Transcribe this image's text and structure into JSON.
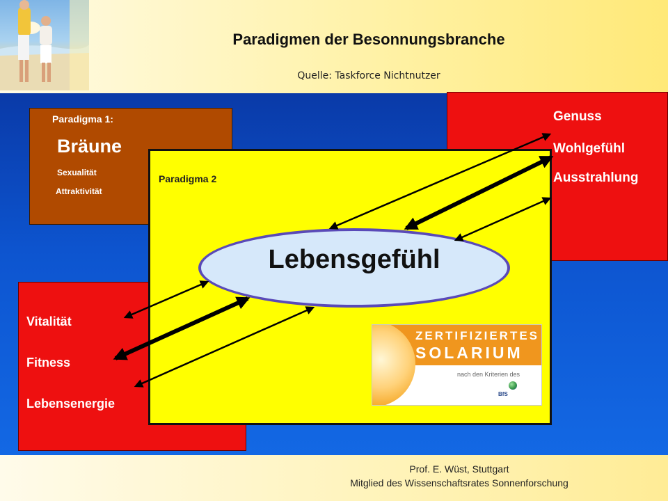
{
  "header": {
    "title": "Paradigmen der Besonnungsbranche",
    "source": "Quelle: Taskforce Nichtnutzer"
  },
  "paradigm1": {
    "heading": "Paradigma 1:",
    "main": "Bräune",
    "items": [
      "Sexualität",
      "Attraktivität"
    ]
  },
  "paradigm2": {
    "heading": "Paradigma 2",
    "center": "Lebensgefühl"
  },
  "right_terms": [
    "Genuss",
    "Wohlgefühl",
    "Ausstrahlung"
  ],
  "left_terms": [
    "Vitalität",
    "Fitness",
    "Lebensenergie"
  ],
  "certificate": {
    "line1": "ZERTIFIZIERTES",
    "line2": "SOLARIUM",
    "line3": "nach den Kriterien des",
    "org": "BfS"
  },
  "footer": {
    "line1": "Prof. E. Wüst, Stuttgart",
    "line2": "Mitglied des Wissenschaftsrates Sonnenforschung"
  },
  "colors": {
    "background_blue": "#0d55d0",
    "paradigm1_box": "#b04a00",
    "red_box": "#ee1010",
    "paradigm2_box": "#ffff00",
    "ellipse_fill": "#d6e8fa",
    "ellipse_border": "#5a4ab8"
  }
}
